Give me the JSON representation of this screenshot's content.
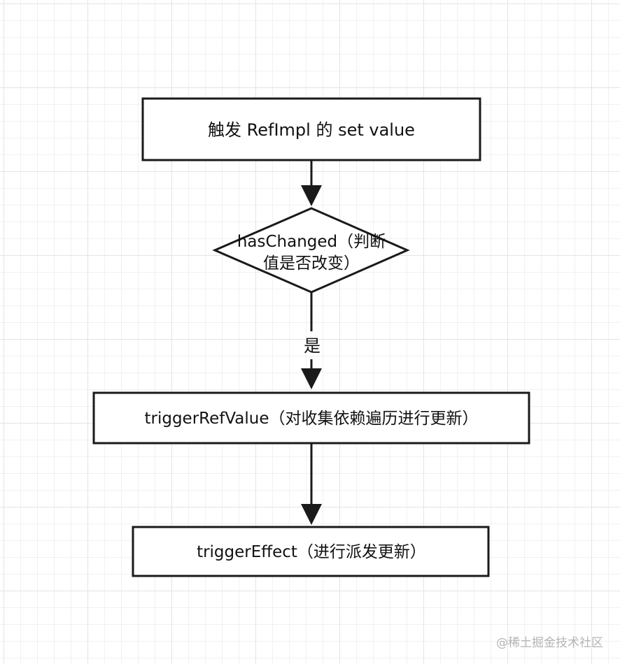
{
  "diagram": {
    "nodes": {
      "start": {
        "label": "触发 RefImpl 的 set value"
      },
      "decision": {
        "label_line1": "hasChanged（判断",
        "label_line2": "值是否改变）"
      },
      "trigger_ref": {
        "label": "triggerRefValue（对收集依赖遍历进行更新）"
      },
      "trigger_effect": {
        "label": "triggerEffect（进行派发更新）"
      }
    },
    "edges": {
      "yes_label": "是"
    },
    "colors": {
      "stroke": "#1a1a1a",
      "text": "#111111",
      "box_fill": "#ffffff"
    }
  },
  "watermark": "@稀土掘金技术社区"
}
